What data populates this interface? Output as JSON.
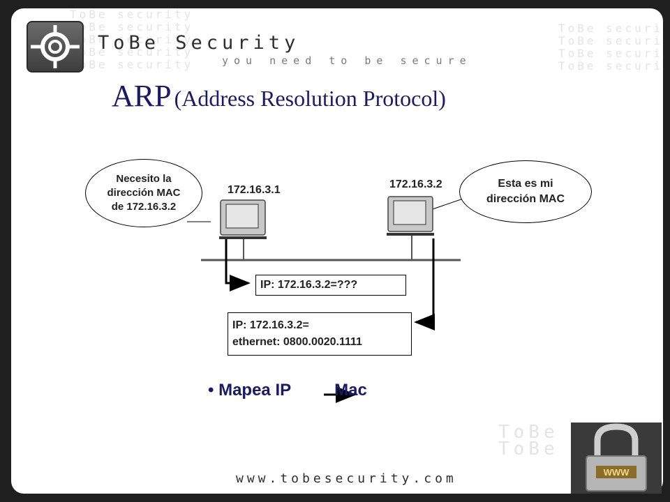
{
  "brand": {
    "name": "ToBe Security",
    "tagline": "you need to be secure",
    "url": "www.tobesecurity.com"
  },
  "title": {
    "main": "ARP",
    "sub": "(Address Resolution Protocol)"
  },
  "diagram": {
    "host1": {
      "ip": "172.16.3.1",
      "bubble_lines": [
        "Necesito la",
        "dirección MAC",
        "de 172.16.3.2"
      ]
    },
    "host2": {
      "ip": "172.16.3.2",
      "bubble_lines": [
        "Esta es mi",
        "dirección MAC"
      ]
    },
    "request": "IP: 172.16.3.2=???",
    "reply_lines": [
      "IP: 172.16.3.2=",
      "ethernet: 0800.0020.1111"
    ]
  },
  "bullet": {
    "left": "Mapea IP",
    "right": "Mac"
  },
  "icons": [
    "logo-icon",
    "computer-icon",
    "padlock-icon"
  ],
  "colors": {
    "title": "#1a1a66",
    "frame": "#1f1f1f"
  }
}
